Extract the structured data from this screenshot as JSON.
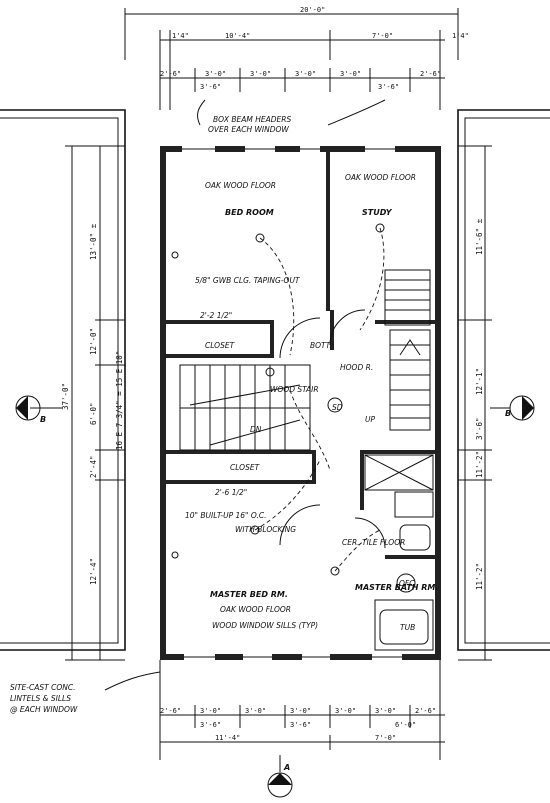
{
  "dims": {
    "overall_top": "20'-0\"",
    "top_row": [
      "1'4\"",
      "10'-4\"",
      "7'-0\"",
      "1'4\""
    ],
    "window_row_top": [
      "2'-6\"",
      "3'-0\"",
      "3'-0\"",
      "3'-0\"",
      "3'-0\"",
      "2'-6\""
    ],
    "window_row_top_sub": [
      "3'-6\"",
      "3'-6\""
    ],
    "window_row_bottom": [
      "2'-6\"",
      "3'-0\"",
      "3'-0\"",
      "3'-0\"",
      "3'-0\"",
      "3'-0\"",
      "2'-6\""
    ],
    "window_row_bottom_sub": [
      "3'-6\"",
      "3'-6\"",
      "6'-0\""
    ],
    "bottom_overall": [
      "11'-4\"",
      "7'-0\""
    ],
    "left_overall": "37'-0\"",
    "left_segments": [
      "13'-0\" ±",
      "12'-0\"",
      "6'-0\"",
      "2'-4\"",
      "12'-4\""
    ],
    "left_stair": "16 E 7 3/4\" = 15 E 10\"",
    "right_segments": [
      "11'-6\" ±",
      "12'-1\"",
      "3'-6\"",
      "11'-2\"",
      "11'-2\""
    ]
  },
  "labels": {
    "header_note": "BOX BEAM HEADERS OVER EACH WINDOW",
    "bed_floor": "OAK WOOD FLOOR",
    "bed_room": "BED ROOM",
    "study_floor": "OAK WOOD FLOOR",
    "study": "STUDY",
    "ceiling": "5/8\" GWB CLG. TAPING-OUT",
    "closet_dim": "2'-2 1/2\"",
    "closet": "CLOSET",
    "hood": "HOOD R.",
    "wood_stair": "WOOD STAIR",
    "dn": "DN",
    "up": "UP",
    "bott": "BOTT.",
    "sd": "SD",
    "closet_lower": "CLOSET",
    "closet_lower_dim": "2'-6 1/2\"",
    "joists": "10\" BUILT-UP 16\" O.C.",
    "joists_sub": "WITH BLOCKING",
    "tile_floor": "CER. TILE FLOOR",
    "master_bath": "MASTER BATH RM.",
    "tub": "TUB",
    "master_bed": "MASTER BED RM.",
    "master_floor": "OAK WOOD FLOOR",
    "window_sills": "WOOD WINDOW SILLS (TYP)",
    "site_note": "SITE-CAST CONC. LINTELS & SILLS @ EACH WINDOW",
    "section_a": "A",
    "section_b_left": "B",
    "section_b_right": "B",
    "ofc": "OFC"
  }
}
